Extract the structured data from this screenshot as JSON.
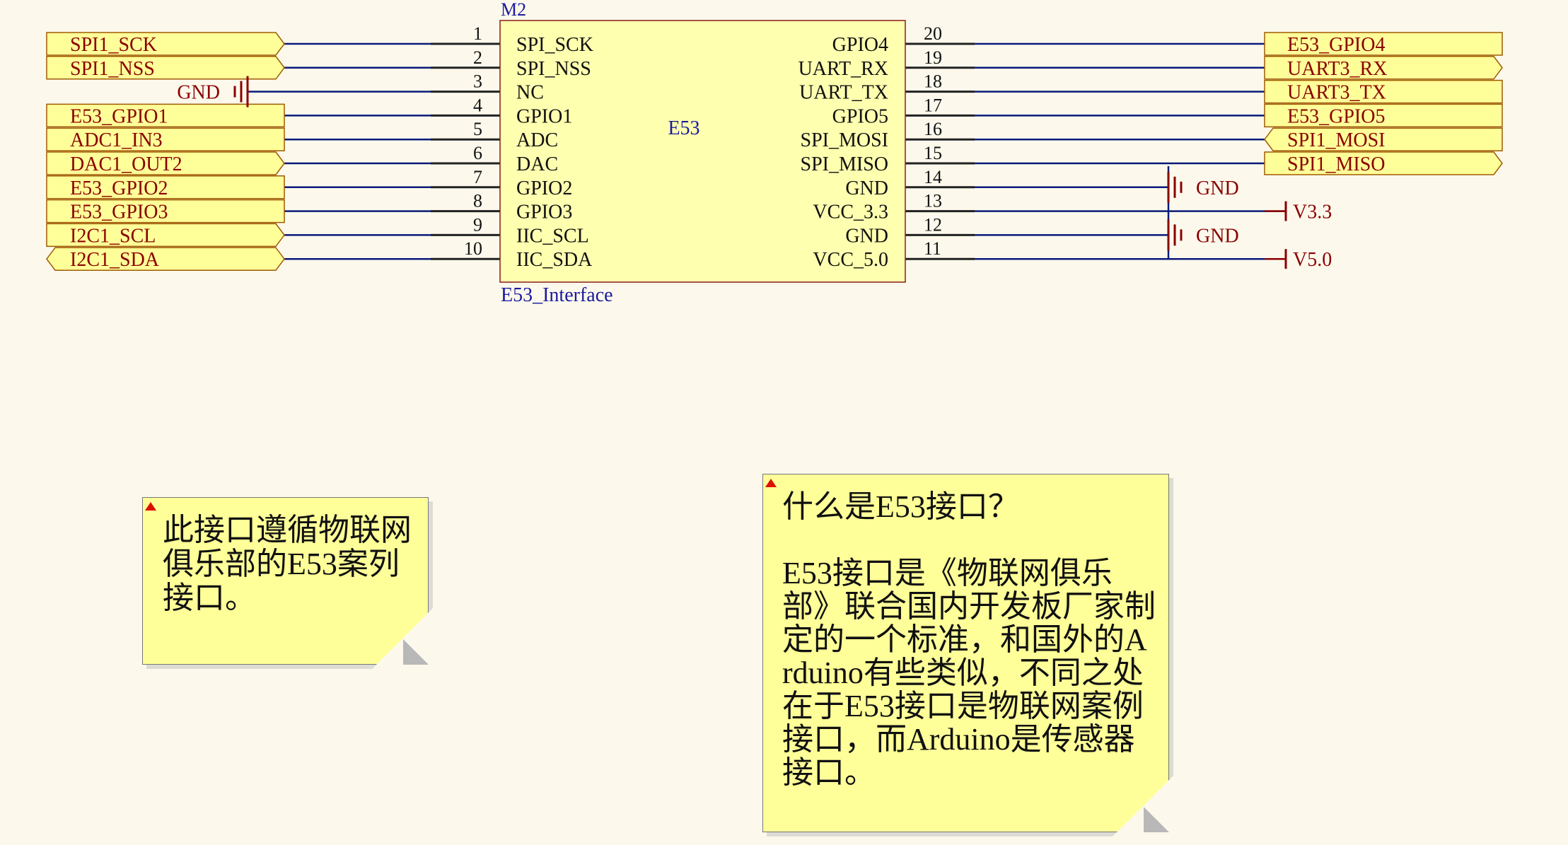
{
  "colors": {
    "background": "#fcf9ec",
    "port_fill": "#ffff99",
    "port_stroke": "#a05a00",
    "port_text": "#8b0000",
    "wire": "#0a1a7a",
    "pin": "#222222",
    "component_fill": "#ffffb0",
    "component_stroke": "#8b1a1a",
    "component_text": "#111111",
    "designator_text": "#1a1aa0",
    "power": "#8b0000",
    "note_fill": "#ffff99"
  },
  "component": {
    "designator": "M2",
    "value": "E53",
    "footprint": "E53_Interface",
    "left_pins": [
      {
        "num": "1",
        "name": "SPI_SCK"
      },
      {
        "num": "2",
        "name": "SPI_NSS"
      },
      {
        "num": "3",
        "name": "NC"
      },
      {
        "num": "4",
        "name": "GPIO1"
      },
      {
        "num": "5",
        "name": "ADC"
      },
      {
        "num": "6",
        "name": "DAC"
      },
      {
        "num": "7",
        "name": "GPIO2"
      },
      {
        "num": "8",
        "name": "GPIO3"
      },
      {
        "num": "9",
        "name": "IIC_SCL"
      },
      {
        "num": "10",
        "name": "IIC_SDA"
      }
    ],
    "right_pins": [
      {
        "num": "20",
        "name": "GPIO4"
      },
      {
        "num": "19",
        "name": "UART_RX"
      },
      {
        "num": "18",
        "name": "UART_TX"
      },
      {
        "num": "17",
        "name": "GPIO5"
      },
      {
        "num": "16",
        "name": "SPI_MOSI"
      },
      {
        "num": "15",
        "name": "SPI_MISO"
      },
      {
        "num": "14",
        "name": "GND"
      },
      {
        "num": "13",
        "name": "VCC_3.3"
      },
      {
        "num": "12",
        "name": "GND"
      },
      {
        "num": "11",
        "name": "VCC_5.0"
      }
    ]
  },
  "left_ports": [
    {
      "label": "SPI1_SCK",
      "shape": "output"
    },
    {
      "label": "SPI1_NSS",
      "shape": "output"
    },
    {
      "label": "E53_GPIO1",
      "shape": "plain"
    },
    {
      "label": "ADC1_IN3",
      "shape": "plain"
    },
    {
      "label": "DAC1_OUT2",
      "shape": "output"
    },
    {
      "label": "E53_GPIO2",
      "shape": "plain"
    },
    {
      "label": "E53_GPIO3",
      "shape": "plain"
    },
    {
      "label": "I2C1_SCL",
      "shape": "output"
    },
    {
      "label": "I2C1_SDA",
      "shape": "bidirectional"
    }
  ],
  "right_ports": [
    {
      "label": "E53_GPIO4",
      "shape": "plain"
    },
    {
      "label": "UART3_RX",
      "shape": "output"
    },
    {
      "label": "UART3_TX",
      "shape": "plain"
    },
    {
      "label": "E53_GPIO5",
      "shape": "plain"
    },
    {
      "label": "SPI1_MOSI",
      "shape": "input"
    },
    {
      "label": "SPI1_MISO",
      "shape": "output"
    }
  ],
  "power": {
    "gnd_label": "GND",
    "v33_label": "V3.3",
    "v50_label": "V5.0"
  },
  "notes": {
    "note1": "此接口遵循物联网俱乐部的E53案列接口。",
    "note2_title": "什么是E53接口？",
    "note2_body": "E53接口是《物联网俱乐部》联合国内开发板厂家制定的一个标准，和国外的Arduino有些类似，不同之处在于E53接口是物联网案例接口，而Arduino是传感器接口。"
  }
}
